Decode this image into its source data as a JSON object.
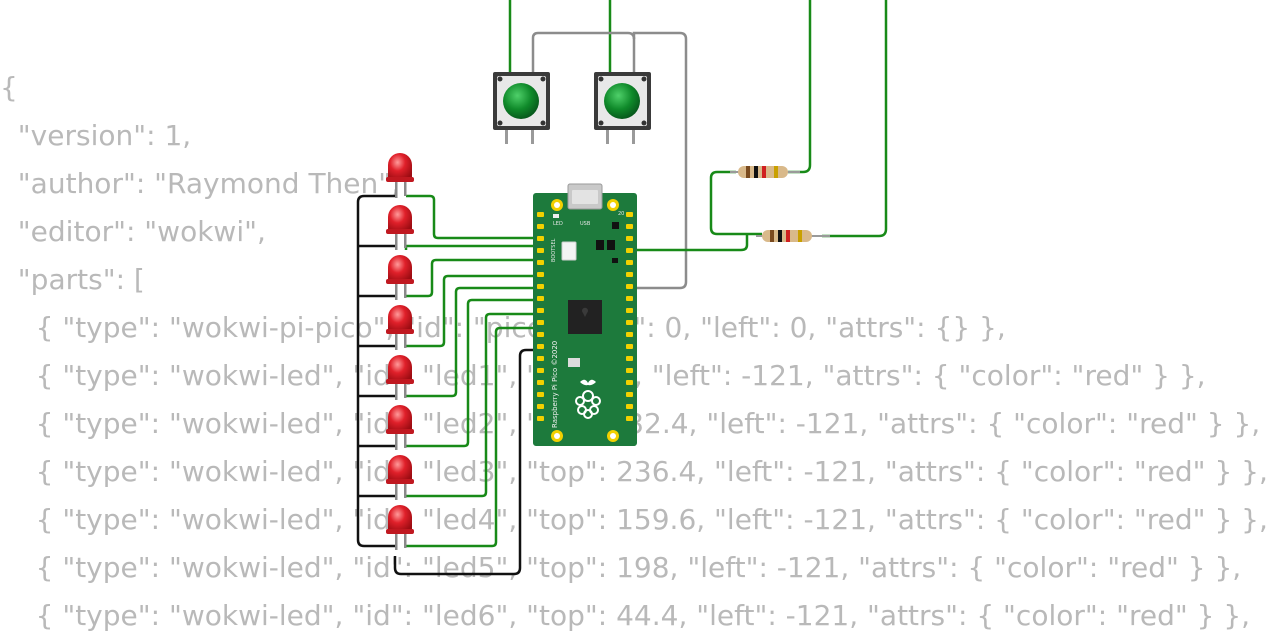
{
  "code": {
    "lines": [
      "{",
      "  \"version\": 1,",
      "  \"author\": \"Raymond Then\",",
      "  \"editor\": \"wokwi\",",
      "  \"parts\": [",
      "    { \"type\": \"wokwi-pi-pico\", \"id\": \"pico\", \"top\": 0, \"left\": 0, \"attrs\": {} },",
      "    { \"type\": \"wokwi-led\", \"id\": \"led1\", \"top\": 6, \"left\": -121, \"attrs\": { \"color\": \"red\" } },",
      "    { \"type\": \"wokwi-led\", \"id\": \"led2\", \"top\": -32.4, \"left\": -121, \"attrs\": { \"color\": \"red\" } },",
      "    { \"type\": \"wokwi-led\", \"id\": \"led3\", \"top\": 236.4, \"left\": -121, \"attrs\": { \"color\": \"red\" } },",
      "    { \"type\": \"wokwi-led\", \"id\": \"led4\", \"top\": 159.6, \"left\": -121, \"attrs\": { \"color\": \"red\" } },",
      "    { \"type\": \"wokwi-led\", \"id\": \"led5\", \"top\": 198, \"left\": -121, \"attrs\": { \"color\": \"red\" } },",
      "    { \"type\": \"wokwi-led\", \"id\": \"led6\", \"top\": 44.4, \"left\": -121, \"attrs\": { \"color\": \"red\" } },"
    ]
  },
  "board": {
    "silk_text": "Raspberry Pi Pico ©2020",
    "led_label": "LED",
    "usb_label": "USB",
    "bootsel_label": "BOOTSEL",
    "pin_label": "20"
  },
  "colors": {
    "code_text": "#b9b9b9",
    "board_green": "#1d7a3c",
    "wire_green": "#188a18",
    "wire_black": "#111111",
    "wire_gray": "#8c8c8c",
    "led_red": "#e0202a",
    "button_green": "#0f8a2a"
  },
  "icons": {
    "board": "raspberry-pi-pico",
    "led": "red-led",
    "button": "pushbutton",
    "resistor": "resistor",
    "logo": "raspberry-logo"
  }
}
